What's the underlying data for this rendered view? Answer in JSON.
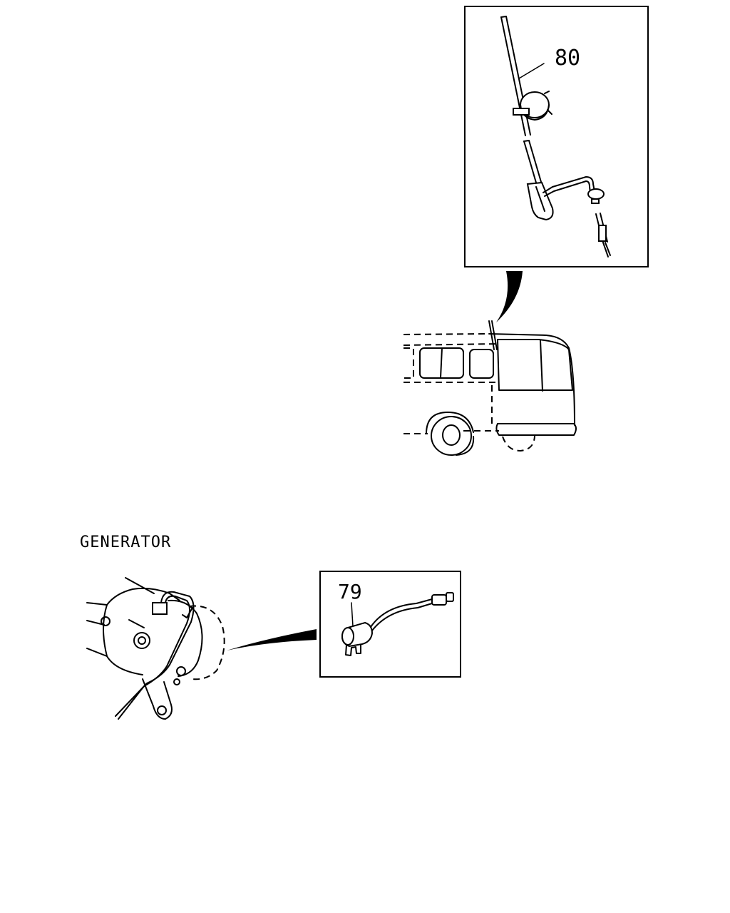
{
  "callouts": {
    "antenna_part_number": "80",
    "noise_filter_part_number": "79"
  },
  "sections": {
    "generator_title": "GENERATOR"
  },
  "colors": {
    "line": "#000000",
    "background": "#ffffff"
  },
  "icons": {
    "antenna": "antenna-assembly-icon",
    "vehicle": "bus-outline-icon",
    "generator": "generator-icon",
    "filter": "noise-filter-icon"
  }
}
